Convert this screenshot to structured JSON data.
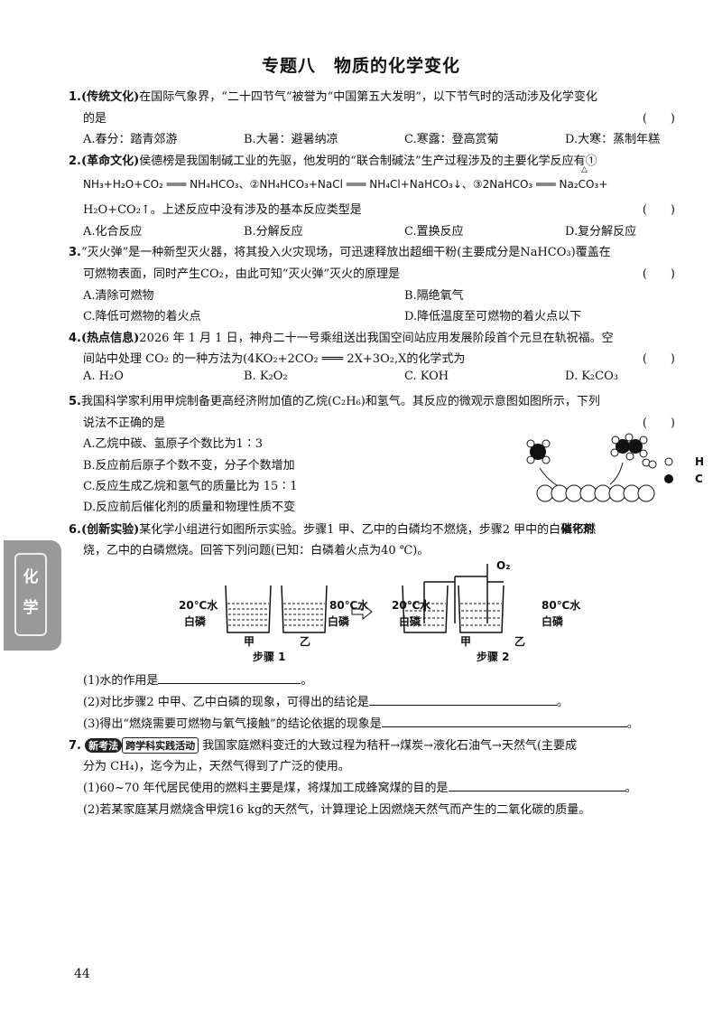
{
  "title": "专题八　物质的化学变化",
  "paren": "(　　)",
  "sidebar": {
    "char1": "化",
    "char2": "学"
  },
  "page_number": "44",
  "q1": {
    "num": "1.",
    "tag": "(传统文化)",
    "line1": "在国际气象界，“二十四节气”被誉为“中国第五大发明”，以下节气时的活动涉及化学变化",
    "line2": "的是",
    "options": [
      "A.春分：踏青郊游",
      "B.大暑：避暑纳凉",
      "C.寒露：登高赏菊",
      "D.大寒：蒸制年糕"
    ]
  },
  "q2": {
    "num": "2.",
    "tag": "(革命文化)",
    "line1": "侯德榜是我国制碱工业的先驱，他发明的“联合制碱法”生产过程涉及的主要化学反应有①",
    "eq1": "NH₃+H₂O+CO₂ ═══ NH₄HCO₃、②NH₄HCO₃+NaCl ═══ NH₄Cl+NaHCO₃↓、③2NaHCO₃ ═══ Na₂CO₃+",
    "heat": "△",
    "eq2": "H₂O+CO₂↑。上述反应中没有涉及的基本反应类型是",
    "options": [
      "A.化合反应",
      "B.分解反应",
      "C.置换反应",
      "D.复分解反应"
    ]
  },
  "q3": {
    "num": "3.",
    "line1": "“灭火弹”是一种新型灭火器，将其投入火灾现场，可迅速释放出超细干粉(主要成分是NaHCO₃)覆盖在",
    "line2": "可燃物表面，同时产生CO₂，由此可知“灭火弹”灭火的原理是",
    "options": [
      "A.清除可燃物",
      "B.隔绝氧气",
      "C.降低可燃物的着火点",
      "D.降低温度至可燃物的着火点以下"
    ]
  },
  "q4": {
    "num": "4.",
    "tag": "(热点信息)",
    "line1": "2026 年 1 月 1 日，神舟二十一号乘组送出我国空间站应用发展阶段首个元旦在轨祝福。空",
    "line2": "间站中处理 CO₂ 的一种方法为(4KO₂+2CO₂ ═══ 2X+3O₂,X的化学式为",
    "options": [
      "A.  H₂O",
      "B.  K₂O₂",
      "C.  KOH",
      "D.  K₂CO₃"
    ]
  },
  "q5": {
    "num": "5.",
    "line1": "我国科学家利用甲烷制备更高经济附加值的乙烷(C₂H₆)和氢气。其反应的微观示意图如图所示，下列",
    "line2": "说法不正确的是",
    "options": [
      "A.乙烷中碳、氢原子个数比为1∶3",
      "B.反应前后原子个数不变，分子个数增加",
      "C.反应生成乙烷和氢气的质量比为 15∶1",
      "D.反应前后催化剂的质量和物理性质不变"
    ],
    "figure": {
      "catalyst": "催化剂",
      "legend_h": "H",
      "legend_c": "C"
    }
  },
  "q6": {
    "num": "6.",
    "tag": "(创新实验)",
    "line1": "某化学小组进行如图所示实验。步骤1 甲、乙中的白磷均不燃烧，步骤2 甲中的白磷不燃",
    "line2": "烧，乙中的白磷燃烧。回答下列问题(已知：白磷着火点为40 ℃)。",
    "figure": {
      "water20": "20℃水",
      "water80": "80℃水",
      "phos": "白磷",
      "jia": "甲",
      "yi": "乙",
      "o2": "O₂",
      "step1": "步骤 1",
      "step2": "步骤 2"
    },
    "sub1": "(1)水的作用是",
    "sub2": "(2)对比步骤2 中甲、乙中白磷的现象，可得出的结论是",
    "sub3": "(3)得出“燃烧需要可燃物与氧气接触”的结论依据的现象是",
    "period": "。"
  },
  "q7": {
    "num": "7.",
    "tag_a": "新考法",
    "tag_b": "跨学科实践活动",
    "line1": "我国家庭燃料变迁的大致过程为秸秆→煤炭→液化石油气→天然气(主要成",
    "line2": "分为 CH₄)，迄今为止，天然气得到了广泛的使用。",
    "sub1": "(1)60~70 年代居民使用的燃料主要是煤，将煤加工成蜂窝煤的目的是",
    "sub2": "(2)若某家庭某月燃烧含甲烷16 kg的天然气，计算理论上因燃烧天然气而产生的二氧化碳的质量。"
  }
}
